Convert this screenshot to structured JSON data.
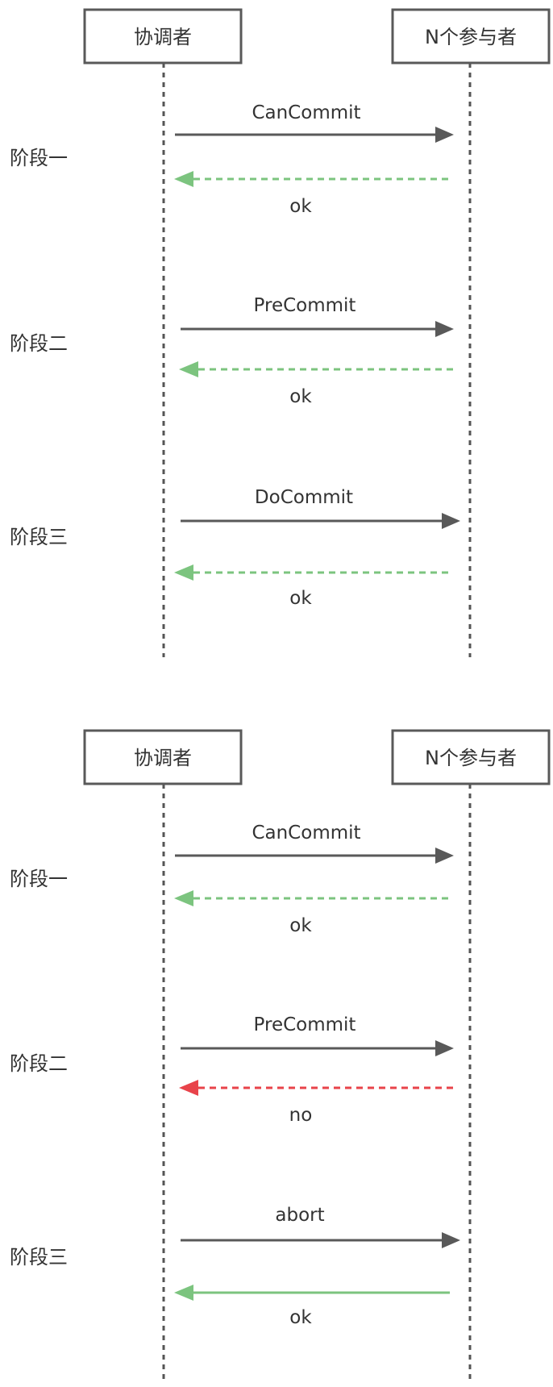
{
  "diagrams": [
    {
      "actors": [
        "协调者",
        "N个参与者"
      ],
      "phases": [
        {
          "label": "阶段一",
          "request": {
            "label": "CanCommit"
          },
          "response": {
            "label": "ok",
            "color": "#7cc47f",
            "style": "dashed"
          }
        },
        {
          "label": "阶段二",
          "request": {
            "label": "PreCommit"
          },
          "response": {
            "label": "ok",
            "color": "#7cc47f",
            "style": "dashed"
          }
        },
        {
          "label": "阶段三",
          "request": {
            "label": "DoCommit"
          },
          "response": {
            "label": "ok",
            "color": "#7cc47f",
            "style": "dashed"
          }
        }
      ]
    },
    {
      "actors": [
        "协调者",
        "N个参与者"
      ],
      "phases": [
        {
          "label": "阶段一",
          "request": {
            "label": "CanCommit"
          },
          "response": {
            "label": "ok",
            "color": "#7cc47f",
            "style": "dashed"
          }
        },
        {
          "label": "阶段二",
          "request": {
            "label": "PreCommit"
          },
          "response": {
            "label": "no",
            "color": "#e8434a",
            "style": "dashed"
          }
        },
        {
          "label": "阶段三",
          "request": {
            "label": "abort"
          },
          "response": {
            "label": "ok",
            "color": "#7cc47f",
            "style": "solid"
          }
        }
      ]
    }
  ],
  "colors": {
    "request_arrow": "#595959",
    "lifeline": "#555555",
    "box_border": "#595959"
  }
}
